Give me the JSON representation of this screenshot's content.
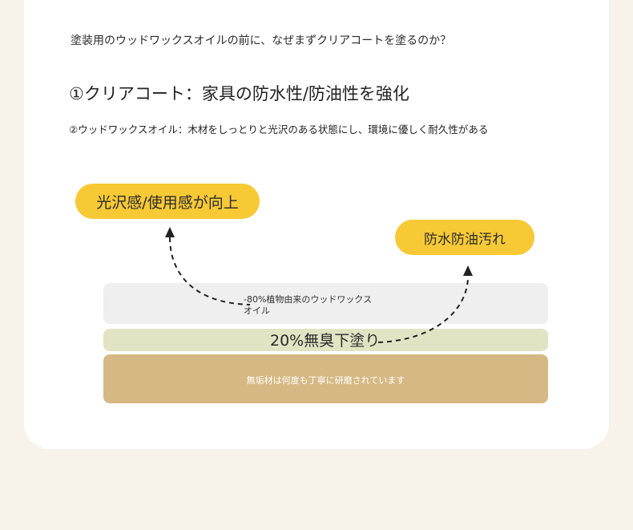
{
  "question": "塗装用のウッドワックスオイルの前に、なぜまずクリアコートを塗るのか？",
  "points": {
    "first": "①クリアコート：家具の防水性/防油性を強化",
    "second": "②ウッドワックスオイル：木材をしっとりと光沢のある状態にし、環境に優しく耐久性がある"
  },
  "badges": {
    "left": "光沢感/使用感が向上",
    "right": "防水防油汚れ"
  },
  "layers": {
    "wax": "-80%植物由来のウッドワックス\nオイル",
    "undercoat": "20%無臭下塗り",
    "wood": "無垢材は何度も丁寧に研磨されています"
  },
  "colors": {
    "background": "#f7f2ea",
    "card": "#ffffff",
    "badge": "#f7c935",
    "layer_wax": "#efefef",
    "layer_undercoat": "#e0e4c3",
    "layer_wood": "#d5b883"
  }
}
